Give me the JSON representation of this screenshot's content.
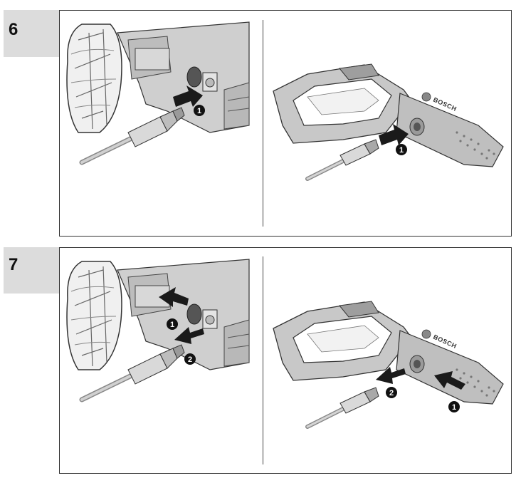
{
  "steps": [
    {
      "number": "6",
      "left_callouts": [
        "1"
      ],
      "right_callouts": [
        "1"
      ],
      "brand": "BOSCH"
    },
    {
      "number": "7",
      "left_callouts": [
        "1",
        "2"
      ],
      "right_callouts": [
        "2",
        "1"
      ],
      "brand": "BOSCH"
    }
  ],
  "colors": {
    "tab_bg": "#dcdcdc",
    "frame_border": "#333333",
    "arrow_fill": "#1a1a1a",
    "body_gray": "#cfcfcf",
    "dark_gray": "#555555"
  },
  "icons": [
    "wheel-illustration",
    "machine-body-illustration",
    "hose-connector-illustration",
    "spray-gun-illustration",
    "push-arrow-icon",
    "pull-arrow-icon",
    "callout-badge"
  ]
}
